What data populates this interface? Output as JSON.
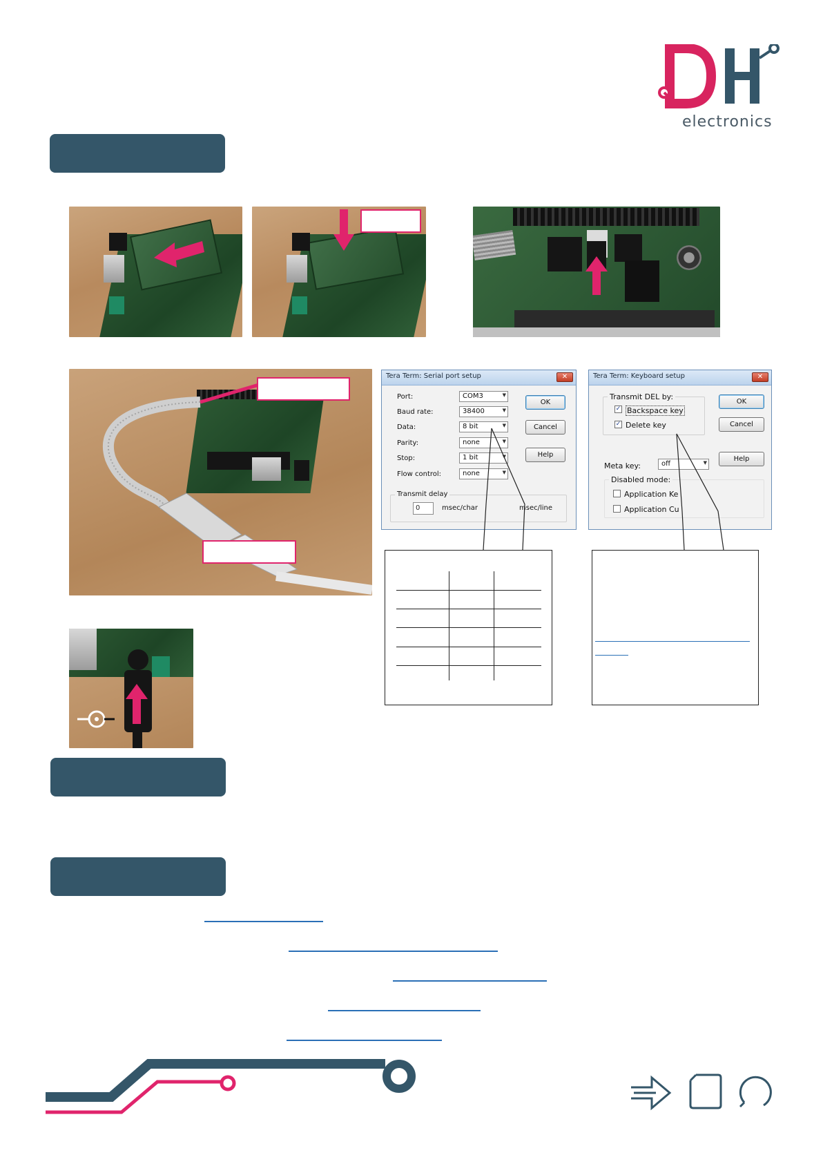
{
  "logo": {
    "text": "electronics",
    "colors": {
      "brand_pink": "#d8245f",
      "brand_blue": "#345669"
    }
  },
  "photos": {
    "step1_callout_label": "",
    "sd_card_label": "",
    "cable_label_top": "",
    "cable_label_bottom": ""
  },
  "serial_dialog": {
    "title": "Tera Term: Serial port setup",
    "close_glyph": "✕",
    "fields": [
      {
        "label": "Port:",
        "value": "COM3"
      },
      {
        "label": "Baud rate:",
        "value": "38400"
      },
      {
        "label": "Data:",
        "value": "8 bit"
      },
      {
        "label": "Parity:",
        "value": "none"
      },
      {
        "label": "Stop:",
        "value": "1 bit"
      },
      {
        "label": "Flow control:",
        "value": "none"
      }
    ],
    "buttons": {
      "ok": "OK",
      "cancel": "Cancel",
      "help": "Help"
    },
    "transmit_delay": {
      "title": "Transmit delay",
      "value": "0",
      "unit_char": "msec/char",
      "unit_line": "msec/line"
    }
  },
  "keyboard_dialog": {
    "title": "Tera Term: Keyboard setup",
    "close_glyph": "✕",
    "transmit_del_title": "Transmit DEL by:",
    "backspace_key": "Backspace key",
    "delete_key": "Delete key",
    "check_mark": "✓",
    "buttons": {
      "ok": "OK",
      "cancel": "Cancel",
      "help": "Help"
    },
    "meta_key_label": "Meta key:",
    "meta_key_value": "off",
    "disabled_mode_title": "Disabled mode:",
    "application_keypad": "Application Ke",
    "application_cursor": "Application Cu"
  },
  "icons": {
    "power_symbol": "power-jack-symbol-icon",
    "footer": [
      "arrow-right-icon",
      "square-icon",
      "circle-refresh-icon"
    ]
  },
  "colors": {
    "pill": "#345669",
    "accent_pink": "#e0246c",
    "link": "#2a6fb6"
  }
}
